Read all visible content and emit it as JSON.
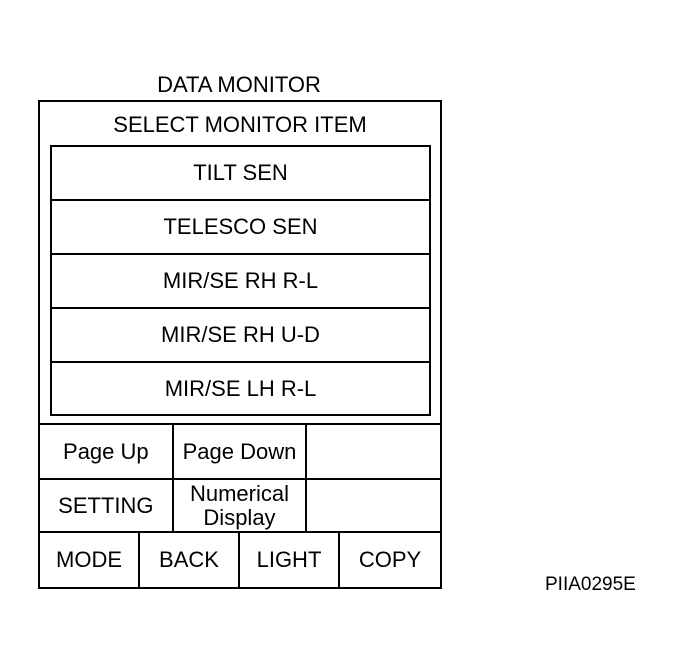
{
  "window": {
    "title": "DATA MONITOR"
  },
  "screen": {
    "heading": "SELECT MONITOR ITEM",
    "items": [
      {
        "label": "TILT SEN"
      },
      {
        "label": "TELESCO SEN"
      },
      {
        "label": "MIR/SE RH R-L"
      },
      {
        "label": "MIR/SE RH U-D"
      },
      {
        "label": "MIR/SE LH R-L"
      }
    ]
  },
  "buttons": {
    "page_up": "Page Up",
    "page_down": "Page Down",
    "setting": "SETTING",
    "numerical_line1": "Numerical",
    "numerical_line2": "Display",
    "mode": "MODE",
    "back": "BACK",
    "light": "LIGHT",
    "copy": "COPY"
  },
  "figure_code": "PIIA0295E"
}
